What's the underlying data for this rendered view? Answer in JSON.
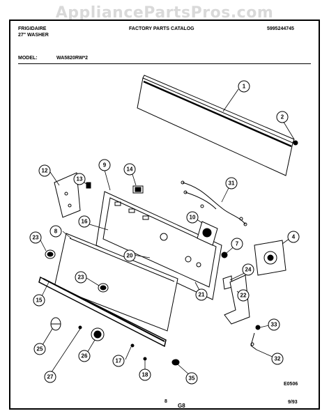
{
  "watermark": "AppliancePartsPros.com",
  "header": {
    "brand": "FRIGIDAIRE",
    "product": "27\" WASHER",
    "catalog": "FACTORY PARTS CATALOG",
    "doc_number": "5995244745"
  },
  "model": {
    "label": "MODEL:",
    "value": "WA5820RW*2"
  },
  "footer": {
    "diagram_code": "E0506",
    "page": "8",
    "section": "G8",
    "date": "9/93"
  },
  "part_callouts": [
    "1",
    "2",
    "4",
    "7",
    "8",
    "9",
    "10",
    "12",
    "13",
    "14",
    "15",
    "16",
    "17",
    "18",
    "20",
    "21",
    "22",
    "23",
    "23",
    "24",
    "25",
    "26",
    "27",
    "31",
    "33",
    "32",
    "35"
  ]
}
